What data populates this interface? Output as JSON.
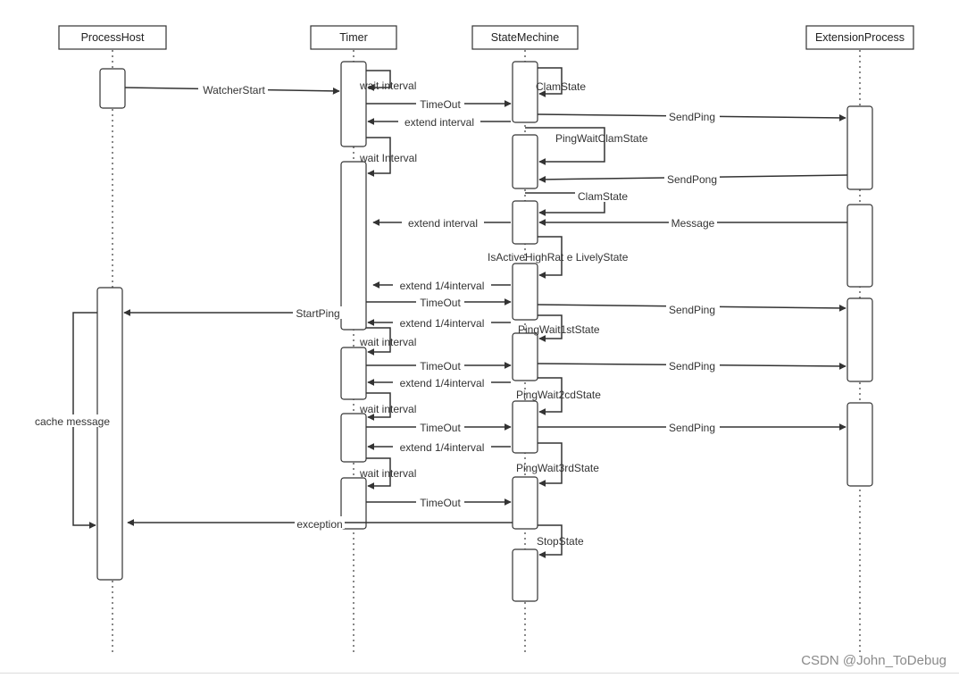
{
  "participants": {
    "process_host": "ProcessHost",
    "timer": "Timer",
    "state_machine": "StateMechine",
    "extension_process": "ExtensionProcess"
  },
  "messages": {
    "watcher_start": "WatcherStart",
    "wait_interval_1": "wait interval",
    "timeout_1": "TimeOut",
    "clam_state_1": "ClamState",
    "extend_interval_1": "extend interval",
    "send_ping_1": "SendPing",
    "ping_wait_clam_state": "PingWaitClamState",
    "wait_interval_2": "wait Interval",
    "send_pong": "SendPong",
    "clam_state_2": "ClamState",
    "extend_interval_2": "extend interval",
    "message": "Message",
    "is_active_high_rate": "IsActiveHighRat e LivelyState",
    "extend_quarter_1": "extend 1/4interval",
    "timeout_2": "TimeOut",
    "start_ping": "StartPing",
    "send_ping_2": "SendPing",
    "extend_quarter_2": "extend 1/4interval",
    "ping_wait_1st_state": "PingWait1stState",
    "wait_interval_3": "wait interval",
    "timeout_3": "TimeOut",
    "send_ping_3": "SendPing",
    "extend_quarter_3": "extend 1/4interval",
    "ping_wait_2cd_state": "PingWait2cdState",
    "wait_interval_4": "wait interval",
    "timeout_4": "TimeOut",
    "send_ping_4": "SendPing",
    "extend_quarter_4": "extend 1/4interval",
    "ping_wait_3rd_state": "PingWait3rdState",
    "wait_interval_5": "wait interval",
    "timeout_5": "TimeOut",
    "exception": "exception",
    "stop_state": "StopState",
    "cache_message": "cache message"
  },
  "watermark": "CSDN @John_ToDebug",
  "colors": {
    "line": "#333333",
    "lifeline": "#555555",
    "box_stroke": "#333333",
    "box_fill": "#ffffff"
  }
}
